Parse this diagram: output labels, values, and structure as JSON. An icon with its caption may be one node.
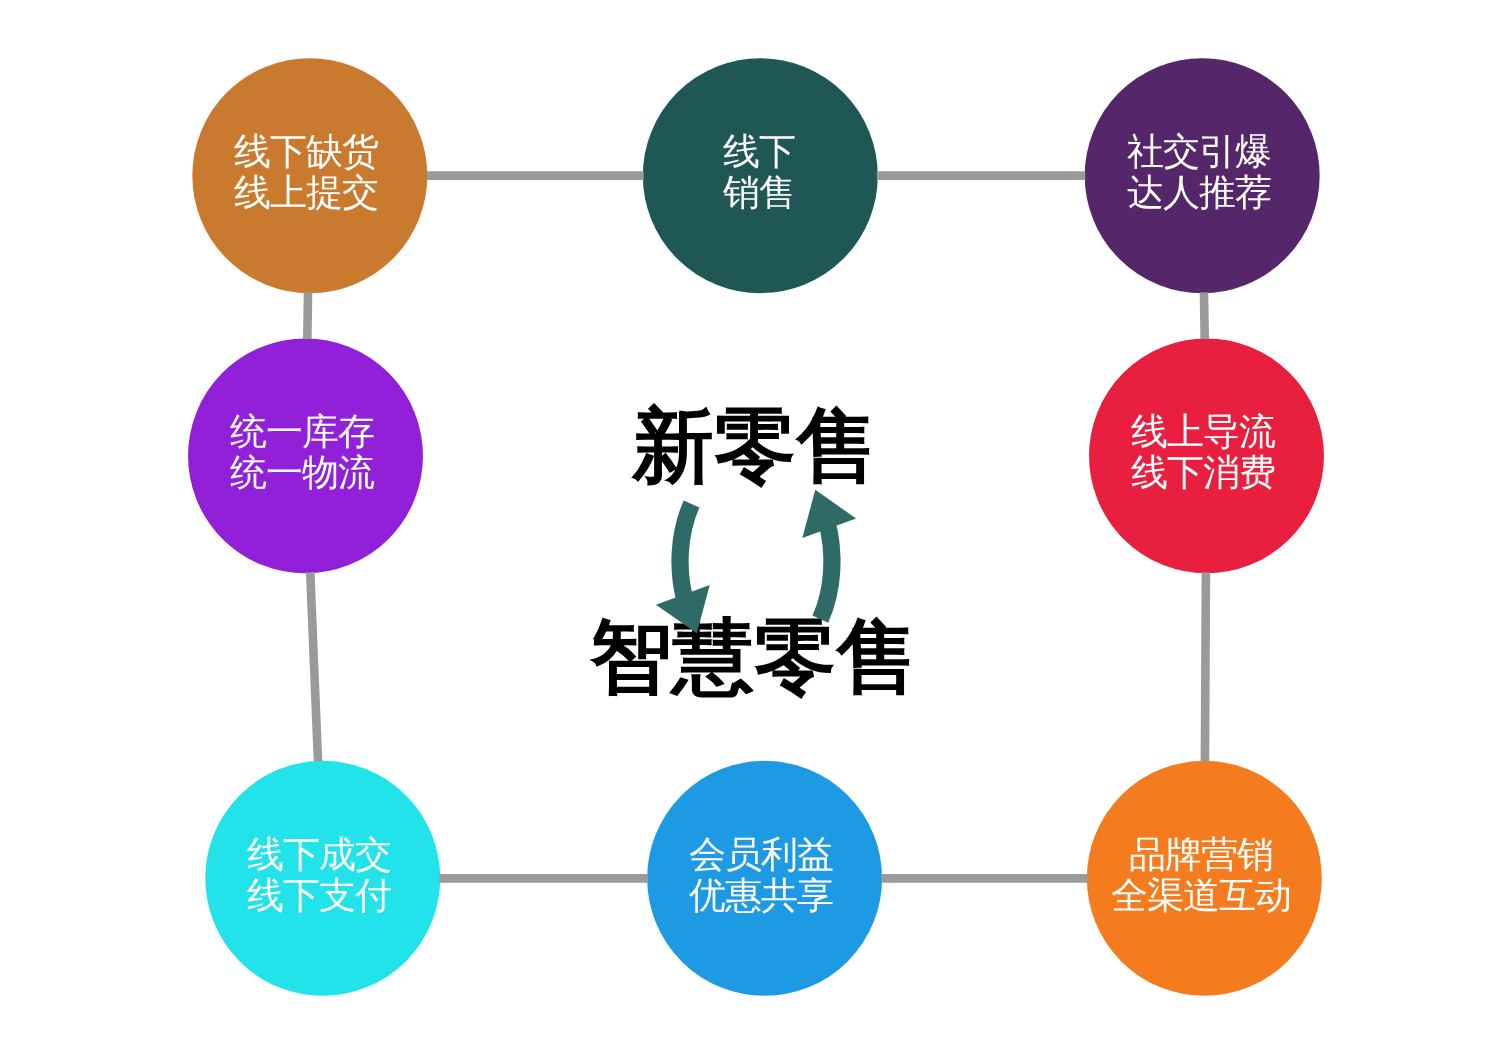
{
  "diagram": {
    "nodes": [
      {
        "text": [
          "线下销售"
        ]
      },
      {
        "text": [
          "线下缺货线上提交"
        ]
      },
      {
        "text": [
          "社交引爆达人推荐"
        ]
      },
      {
        "text": [
          "新零售"
        ]
      },
      {
        "text": [
          "统一库存统一物流"
        ]
      },
      {
        "text": [
          "线上导流线下消费"
        ]
      },
      {
        "text": [
          "智慧零售"
        ]
      },
      {
        "text": [
          "线下成交线下支付"
        ]
      },
      {
        "text": [
          "品牌营销全渠道互动"
        ]
      },
      {
        "text": [
          "会员利益优惠共享"
        ]
      }
    ],
    "edges": [
      {
        "from": 0,
        "to": 2,
        "arrow": "none"
      },
      {
        "from": 2,
        "to": 5,
        "arrow": "none"
      },
      {
        "from": 5,
        "to": 8,
        "arrow": "none"
      },
      {
        "from": 9,
        "to": 8,
        "arrow": "none"
      },
      {
        "from": 7,
        "to": 9,
        "arrow": "none"
      },
      {
        "from": 4,
        "to": 7,
        "arrow": "none"
      },
      {
        "from": 1,
        "to": 4,
        "arrow": "none"
      },
      {
        "from": 1,
        "to": 0,
        "arrow": "none"
      },
      {
        "from": 3,
        "to": 6,
        "arrow": "to",
        "style": "thick",
        "color": "#2f6b66"
      },
      {
        "from": 6,
        "to": 3,
        "arrow": "to",
        "style": "thick",
        "color": "#2f6b66"
      }
    ]
  }
}
